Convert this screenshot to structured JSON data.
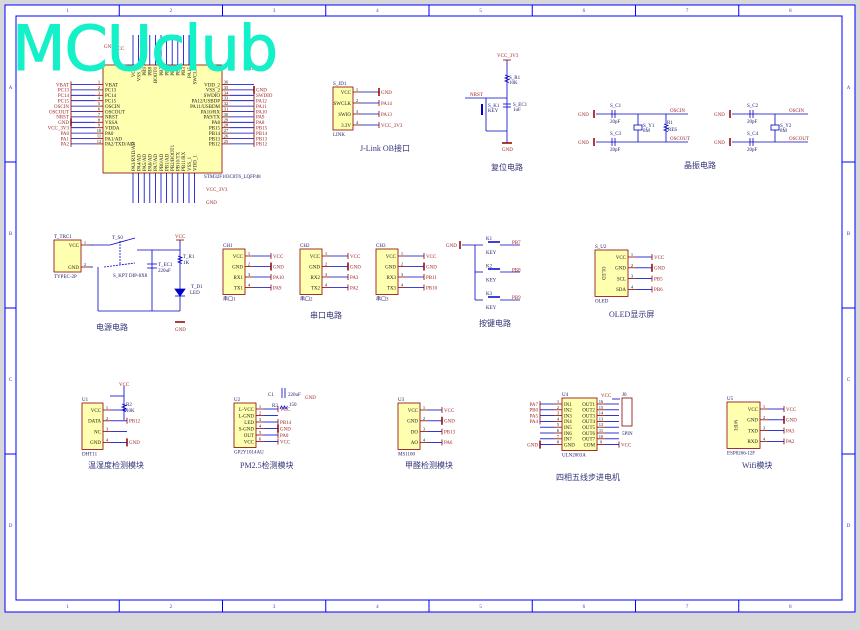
{
  "frame": {
    "columns": [
      "1",
      "2",
      "3",
      "4",
      "5",
      "6",
      "7",
      "8"
    ],
    "rows": [
      "A",
      "B",
      "C",
      "D"
    ]
  },
  "watermark": "MCUclub",
  "colors": {
    "wire": "#0000c8",
    "body_fill": "#ffffb0",
    "body_stroke": "#8b0000",
    "net": "#9b1c1c",
    "border": "#0000ff"
  },
  "mcu": {
    "part": "STM32F103C8T6_LQFP48",
    "left": [
      {
        "num": "1",
        "name": "VBAT",
        "net": "VBAT"
      },
      {
        "num": "2",
        "name": "PC13",
        "net": "PC13"
      },
      {
        "num": "3",
        "name": "PC14",
        "net": "PC14"
      },
      {
        "num": "4",
        "name": "PC15",
        "net": "PC15"
      },
      {
        "num": "5",
        "name": "OSCIN",
        "net": "OSCIN"
      },
      {
        "num": "6",
        "name": "OSCOUT",
        "net": "OSCOUT"
      },
      {
        "num": "7",
        "name": "NRST",
        "net": "NRST"
      },
      {
        "num": "8",
        "name": "VSSA",
        "net": "GND"
      },
      {
        "num": "9",
        "name": "VDDA",
        "net": "VCC_3V3"
      },
      {
        "num": "10",
        "name": "PA0",
        "net": "PA0"
      },
      {
        "num": "11",
        "name": "PA1/AD",
        "net": "PA1"
      },
      {
        "num": "12",
        "name": "PA2/TXD/AD",
        "net": "PA2"
      }
    ],
    "right": [
      {
        "num": "36",
        "name": "VDD_2",
        "net": ""
      },
      {
        "num": "35",
        "name": "VSS_2",
        "net": "GND"
      },
      {
        "num": "34",
        "name": "SWDIO",
        "net": "SWDIO"
      },
      {
        "num": "33",
        "name": "PA12/USBDP",
        "net": "PA12"
      },
      {
        "num": "32",
        "name": "PA11/USBDM",
        "net": "PA11"
      },
      {
        "num": "31",
        "name": "PA10/RX",
        "net": "PA10"
      },
      {
        "num": "30",
        "name": "PA9/TX",
        "net": "PA9"
      },
      {
        "num": "29",
        "name": "PA8",
        "net": "PA8"
      },
      {
        "num": "28",
        "name": "PB15",
        "net": "PB15"
      },
      {
        "num": "27",
        "name": "PB14",
        "net": "PB14"
      },
      {
        "num": "26",
        "name": "PB13",
        "net": "PB13"
      },
      {
        "num": "25",
        "name": "PB12",
        "net": "PB12"
      }
    ],
    "top": [
      "VCC",
      "VSS_3",
      "PB9",
      "PB8",
      "BOOT0",
      "PB7",
      "PB6",
      "PB5",
      "PB4",
      "PB3",
      "PA15",
      "SWCLK"
    ],
    "bottom": [
      "PA3/RXD/AD",
      "PA4/AD",
      "PA5/AD",
      "PA6/AD",
      "PA7/AD",
      "PB0/AD",
      "PB1/AD",
      "PB2/BOOT1",
      "PB10/TX",
      "PB11/RX",
      "VSS_1",
      "VDD_1"
    ],
    "top_nets": [
      "GND",
      "VCC",
      "GND"
    ],
    "bottom_nets": [
      "VCC_3V3",
      "GND"
    ]
  },
  "components": [
    {
      "id": "jlink",
      "ref": "S_JD1",
      "part": "LINK",
      "pins": [
        {
          "num": "1",
          "name": "VCC",
          "net": "GND"
        },
        {
          "num": "2",
          "name": "SWCLK",
          "net": "PA14"
        },
        {
          "num": "3",
          "name": "SWIO",
          "net": "PA13"
        },
        {
          "num": "4",
          "name": "3.3V",
          "net": "VCC_3V3"
        }
      ]
    },
    {
      "id": "ch1",
      "ref": "CH1",
      "part": "串口1",
      "pins": [
        {
          "num": "1",
          "name": "VCC",
          "net": "VCC"
        },
        {
          "num": "2",
          "name": "GND",
          "net": "GND"
        },
        {
          "num": "3",
          "name": "RX1",
          "net": "PA10"
        },
        {
          "num": "4",
          "name": "TX1",
          "net": "PA9"
        }
      ]
    },
    {
      "id": "ch2",
      "ref": "CH2",
      "part": "串口2",
      "pins": [
        {
          "num": "1",
          "name": "VCC",
          "net": "VCC"
        },
        {
          "num": "2",
          "name": "GND",
          "net": "GND"
        },
        {
          "num": "3",
          "name": "RX2",
          "net": "PA3"
        },
        {
          "num": "4",
          "name": "TX2",
          "net": "PA2"
        }
      ]
    },
    {
      "id": "ch3",
      "ref": "CH3",
      "part": "串口3",
      "pins": [
        {
          "num": "1",
          "name": "VCC",
          "net": "VCC"
        },
        {
          "num": "2",
          "name": "GND",
          "net": "GND"
        },
        {
          "num": "3",
          "name": "RX3",
          "net": "PB11"
        },
        {
          "num": "4",
          "name": "TX3",
          "net": "PB10"
        }
      ]
    },
    {
      "id": "oled",
      "ref": "S_U2",
      "part": "OLED",
      "body": "OLED",
      "pins": [
        {
          "num": "1",
          "name": "VCC",
          "net": "VCC"
        },
        {
          "num": "2",
          "name": "GND",
          "net": "GND"
        },
        {
          "num": "3",
          "name": "SCL",
          "net": "PB5"
        },
        {
          "num": "4",
          "name": "SDA",
          "net": "PB6"
        }
      ]
    },
    {
      "id": "dht",
      "ref": "U1",
      "part": "DHT11",
      "pins": [
        {
          "num": "1",
          "name": "VCC",
          "net": ""
        },
        {
          "num": "2",
          "name": "DATA",
          "net": "PB12"
        },
        {
          "num": "3",
          "name": "NC",
          "net": ""
        },
        {
          "num": "4",
          "name": "GND",
          "net": "GND"
        }
      ]
    },
    {
      "id": "pm",
      "ref": "U2",
      "part": "GP2Y1014AU",
      "pins": [
        {
          "num": "1",
          "name": "L-VCC",
          "net": "VCC"
        },
        {
          "num": "2",
          "name": "L-GND",
          "net": ""
        },
        {
          "num": "3",
          "name": "LED",
          "net": "PB14"
        },
        {
          "num": "4",
          "name": "S-GND",
          "net": "GND"
        },
        {
          "num": "5",
          "name": "OUT",
          "net": "PA0"
        },
        {
          "num": "6",
          "name": "VCC",
          "net": "VCC"
        }
      ]
    },
    {
      "id": "ms",
      "ref": "U3",
      "part": "MS1100",
      "pins": [
        {
          "num": "1",
          "name": "VCC",
          "net": "VCC"
        },
        {
          "num": "2",
          "name": "GND",
          "net": "GND"
        },
        {
          "num": "3",
          "name": "DO",
          "net": "PB13"
        },
        {
          "num": "4",
          "name": "AO",
          "net": "PA6"
        }
      ]
    },
    {
      "id": "uln",
      "ref": "U4",
      "part": "ULN2003A",
      "pins": [
        {
          "num": "1",
          "name": "IN1",
          "net": "PA7"
        },
        {
          "num": "2",
          "name": "IN2",
          "net": "PB0"
        },
        {
          "num": "3",
          "name": "IN3",
          "net": "PA5"
        },
        {
          "num": "4",
          "name": "IN4",
          "net": "PA4"
        },
        {
          "num": "5",
          "name": "IN5",
          "net": ""
        },
        {
          "num": "6",
          "name": "IN6",
          "net": ""
        },
        {
          "num": "7",
          "name": "IN7",
          "net": ""
        },
        {
          "num": "8",
          "name": "GND",
          "net": "GND"
        }
      ],
      "pins_right": [
        {
          "num": "16",
          "name": "OUT1",
          "net": ""
        },
        {
          "num": "15",
          "name": "OUT2",
          "net": ""
        },
        {
          "num": "14",
          "name": "OUT3",
          "net": ""
        },
        {
          "num": "13",
          "name": "OUT4",
          "net": ""
        },
        {
          "num": "12",
          "name": "OUT5",
          "net": ""
        },
        {
          "num": "11",
          "name": "OUT6",
          "net": ""
        },
        {
          "num": "10",
          "name": "OUT7",
          "net": ""
        },
        {
          "num": "9",
          "name": "COM",
          "net": "VCC"
        }
      ]
    },
    {
      "id": "wifi",
      "ref": "U5",
      "part": "ESP8266-12F",
      "body": "WIFI",
      "pins": [
        {
          "num": "1",
          "name": "VCC",
          "net": "VCC"
        },
        {
          "num": "2",
          "name": "GND",
          "net": "GND"
        },
        {
          "num": "3",
          "name": "TXD",
          "net": "PA3"
        },
        {
          "num": "4",
          "name": "RXD",
          "net": "PA2"
        }
      ]
    },
    {
      "id": "typec",
      "ref": "T_TRC1",
      "part": "TYPEC-2P",
      "pins": [
        {
          "num": "1",
          "name": "VCC",
          "net": ""
        },
        {
          "num": "2",
          "name": "GND",
          "net": ""
        }
      ]
    }
  ],
  "reset": {
    "supply": "VCC_3V3",
    "r_ref": "S_R1",
    "r_val": "10K",
    "net": "NRST",
    "key_ref": "S_K1",
    "key_val": "KEY",
    "c_ref": "S_EC1",
    "c_val": "1uF",
    "gnd": "GND"
  },
  "crystal": {
    "left": {
      "c_top_ref": "S_C1",
      "c_bot_ref": "S_C3",
      "c_val": "20pF",
      "y_ref": "S_Y1",
      "y_val": "8M",
      "r_ref": "R1",
      "r_val": "RES",
      "gnd": "GND",
      "net_in": "OSCIN",
      "net_out": "OSCOUT"
    },
    "right": {
      "c_top_ref": "S_C2",
      "c_bot_ref": "S_C4",
      "c_val": "20pF",
      "y_ref": "S_Y2",
      "y_val": "8M",
      "gnd": "GND",
      "net_in": "OSCIN",
      "net_out": "OSCOUT"
    }
  },
  "power": {
    "switch_ref": "T_S0",
    "switch_val": "S_KPT DIP-8X8",
    "vcc": "VCC",
    "r_ref": "T_R1",
    "r_val": "1K",
    "led_ref": "T_D1",
    "led_val": "LED",
    "c_ref": "T_EC1",
    "c_val": "220uF",
    "gnd": "GND"
  },
  "keys": {
    "gnd": "GND",
    "items": [
      {
        "ref": "K1",
        "val": "KEY",
        "net": "PB7"
      },
      {
        "ref": "K2",
        "val": "KEY",
        "net": "PB8"
      },
      {
        "ref": "K3",
        "val": "KEY",
        "net": "PB9"
      }
    ]
  },
  "extras": {
    "dht_r": "R2",
    "dht_r_val": "10K",
    "dht_vcc": "VCC",
    "pm_c": "C1",
    "pm_c_val": "220uF",
    "pm_c_gnd": "GND",
    "pm_r": "R3",
    "pm_r_val": "150",
    "j0_ref": "J0",
    "j0_val": "5PIN",
    "j0_vcc": "VCC",
    "mcu_bot_vcc": "VCC_3V3"
  },
  "captions": {
    "jlink": "J-Link OB接口",
    "reset": "复位电路",
    "crystal": "晶振电路",
    "power": "电源电路",
    "serial": "串口电路",
    "keys": "按键电路",
    "oled": "OLED显示屏",
    "dht": "温湿度检测模块",
    "pm": "PM2.5检测模块",
    "ms": "甲醛检测模块",
    "uln": "四相五线步进电机",
    "wifi": "Wifi模块"
  }
}
